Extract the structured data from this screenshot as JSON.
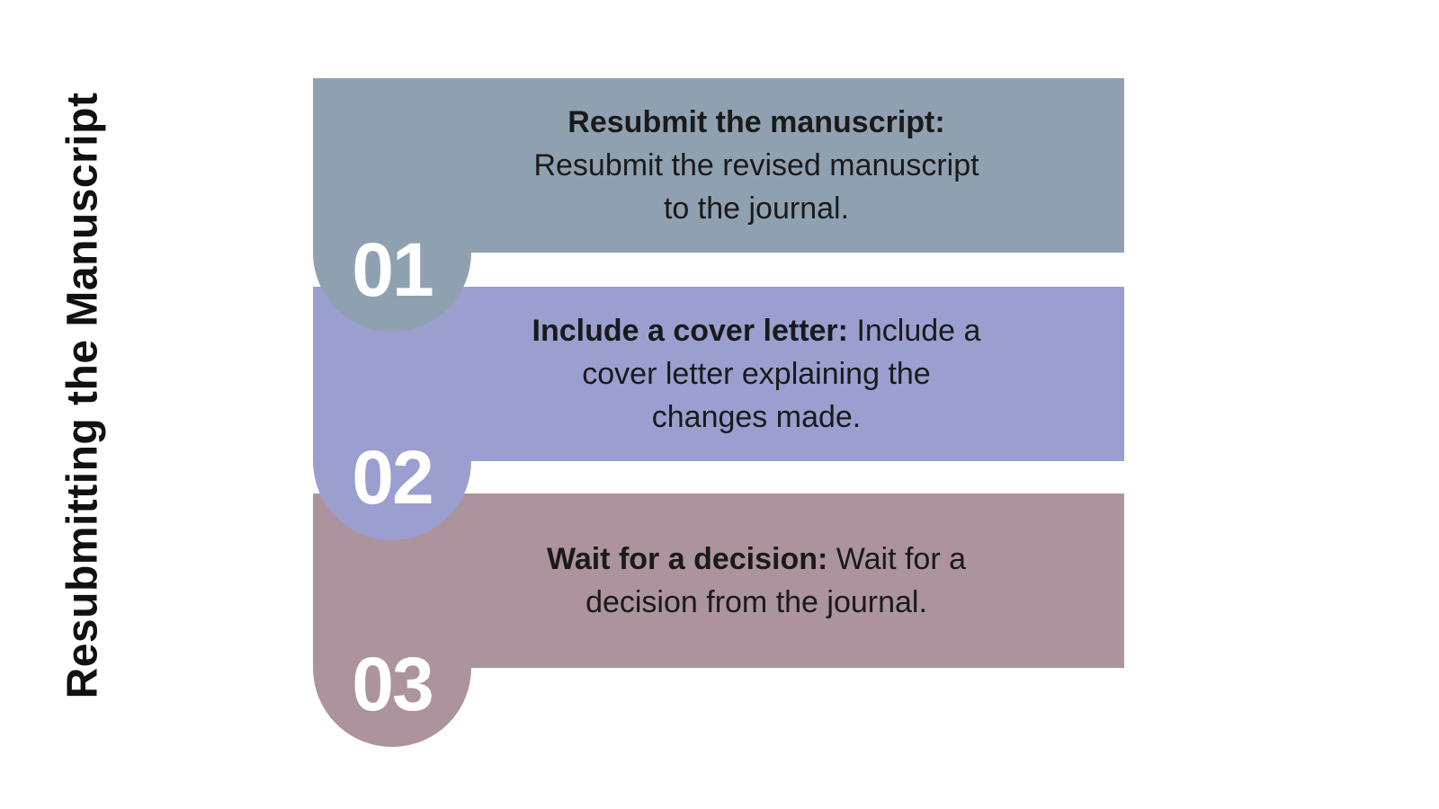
{
  "title": "Resubmitting the Manuscript",
  "theme": {
    "background": "#FFFFFF",
    "title_color": "#111111",
    "text_color": "#1A1A1A",
    "number_color": "#FFFFFF"
  },
  "steps": [
    {
      "number": "01",
      "color": "#8FA1B1",
      "lines": [
        {
          "bold": "Resubmit the manuscript:",
          "regular": ""
        },
        {
          "bold": "",
          "regular": "Resubmit the revised manuscript"
        },
        {
          "bold": "",
          "regular": "to the journal."
        }
      ]
    },
    {
      "number": "02",
      "color": "#9A9FD0",
      "lines": [
        {
          "bold": "Include a cover letter:",
          "regular": " Include a"
        },
        {
          "bold": "",
          "regular": "cover letter explaining the"
        },
        {
          "bold": "",
          "regular": "changes made."
        }
      ]
    },
    {
      "number": "03",
      "color": "#AD939E",
      "lines": [
        {
          "bold": "Wait for a decision:",
          "regular": " Wait for a"
        },
        {
          "bold": "",
          "regular": "decision from the journal."
        }
      ]
    }
  ]
}
